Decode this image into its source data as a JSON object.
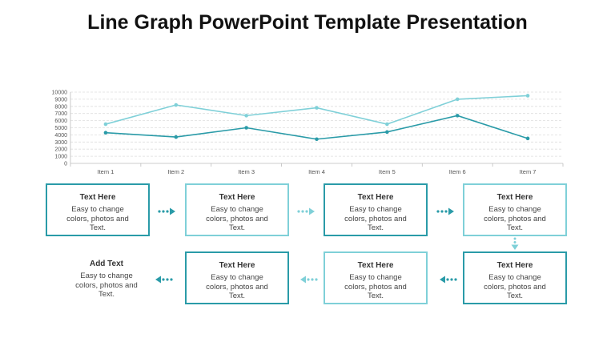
{
  "title": "Line Graph PowerPoint Template Presentation",
  "colors": {
    "dark": "#2a9ba8",
    "light": "#7fd0d8",
    "grid": "#dedede"
  },
  "chart_data": {
    "type": "line",
    "categories": [
      "Item 1",
      "Item 2",
      "Item 3",
      "Item 4",
      "Item 5",
      "Item 6",
      "Item 7"
    ],
    "y_ticks": [
      "0",
      "1000",
      "2000",
      "3000",
      "4000",
      "5000",
      "6000",
      "7000",
      "8000",
      "9000",
      "10000"
    ],
    "ylim": [
      0,
      10000
    ],
    "grid": true,
    "legend": "none",
    "series": [
      {
        "color": "#7fd0d8",
        "values": [
          5500,
          8200,
          6700,
          7800,
          5500,
          9000,
          9500
        ]
      },
      {
        "color": "#2a9ba8",
        "values": [
          4300,
          3700,
          5000,
          3400,
          4400,
          6700,
          3500
        ]
      }
    ]
  },
  "boxes": [
    {
      "heading": "Text Here",
      "body": "Easy to change colors, photos and Text."
    },
    {
      "heading": "Text Here",
      "body": "Easy to change colors, photos and Text."
    },
    {
      "heading": "Text Here",
      "body": "Easy to change colors, photos and Text."
    },
    {
      "heading": "Text Here",
      "body": "Easy to change colors, photos and Text."
    },
    {
      "heading": "Text Here",
      "body": "Easy to change colors, photos and Text."
    },
    {
      "heading": "Text Here",
      "body": "Easy to change colors, photos and Text."
    },
    {
      "heading": "Text Here",
      "body": "Easy to change colors, photos and Text."
    }
  ],
  "add_text": {
    "heading": "Add Text",
    "body": "Easy to change colors, photos and Text."
  }
}
